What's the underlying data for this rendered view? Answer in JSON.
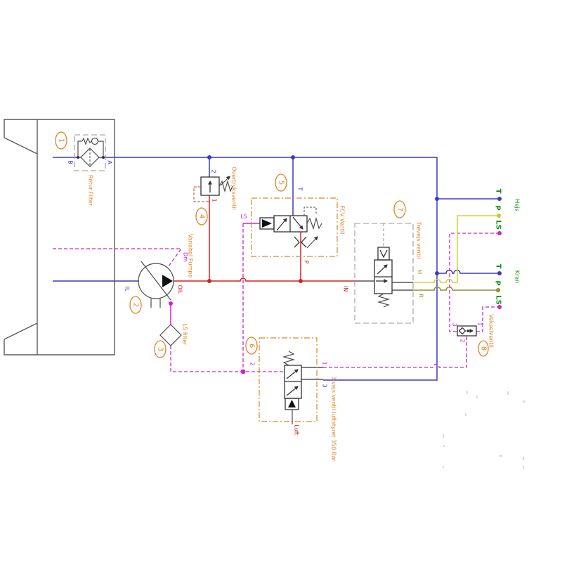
{
  "colors": {
    "tank_return_blue": "#3a3ac0",
    "pressure_red": "#cc2424",
    "ls_magenta": "#d020d0",
    "m_line_yellow": "#d4d438",
    "r_line_olive": "#8f8f2e",
    "port_label_green": "#149014",
    "component_label_orange": "#e08428",
    "symbol_gray": "#4d4d4d"
  },
  "components": {
    "c1": {
      "num": "1",
      "name": "Retur Filter",
      "port_b": "B",
      "port_a": "A"
    },
    "c2": {
      "num": "2",
      "name": "Variabel Pumpe",
      "port_il": "IL",
      "port_oil": "OIL",
      "port_dm": "Dm"
    },
    "c3": {
      "num": "3",
      "name": "LS filter"
    },
    "c4": {
      "num": "4",
      "name": "Overtryksventil",
      "port_top": "2",
      "port_bottom": "1"
    },
    "c5": {
      "num": "5",
      "name": "FCV Ventil",
      "port_t": "T",
      "port_p": "P",
      "port_ls": "LS"
    },
    "c6": {
      "num": "6",
      "name": "3-vejs ventil luftstyret 350 Bar",
      "port_1": "1",
      "port_2": "2",
      "port_3": "3",
      "port_luft": "Luft"
    },
    "c7": {
      "num": "7",
      "name": "Trevejs ventil",
      "port_in": "IN",
      "port_m": "M",
      "port_r": "R"
    },
    "c8": {
      "num": "8",
      "name": "Vekselventil",
      "port_1": "1",
      "port_2": "2",
      "port_3": "3"
    }
  },
  "outputs": {
    "hejs": {
      "name": "Hejs",
      "t": "T",
      "p": "P",
      "ls": "LS"
    },
    "kran": {
      "name": "Kran",
      "t": "T",
      "p": "P",
      "ls": "LS"
    }
  }
}
